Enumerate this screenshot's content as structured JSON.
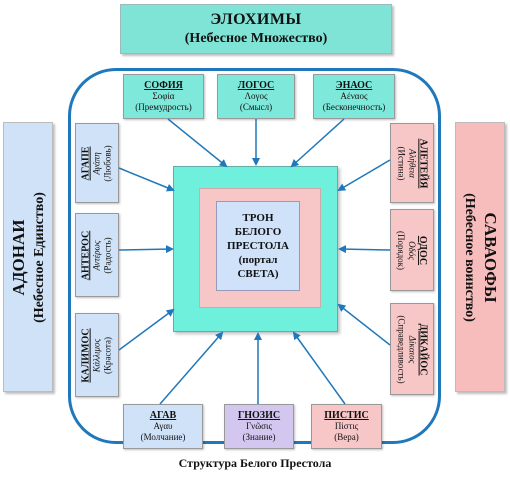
{
  "top": {
    "title": "ЭЛОХИМЫ",
    "subtitle": "(Небесное Множество)"
  },
  "left": {
    "title": "АДОНАИ",
    "subtitle": "(Небесное Единство)"
  },
  "right": {
    "title": "САВАОФЫ",
    "subtitle": "(Небесное воинство)"
  },
  "center": {
    "lines": [
      "ТРОН",
      "БЕЛОГО",
      "ПРЕСТОЛА",
      "(портал",
      "СВЕТА)"
    ]
  },
  "boxes": {
    "sofia": {
      "name": "СОФИЯ",
      "greek": "Σοφία",
      "meaning": "(Премудрость)"
    },
    "logos": {
      "name": "ЛОГОС",
      "greek": "Λογος",
      "meaning": "(Смысл)"
    },
    "enaos": {
      "name": "ЭНАОС",
      "greek": "Aέναος",
      "meaning": "(Бесконечность)"
    },
    "agape": {
      "name": "АГАПЕ",
      "greek": "Αγάπη",
      "meaning": "(Любовь)"
    },
    "anteros": {
      "name": "АНТЕРОС",
      "greek": "Αντέρως",
      "meaning": "(Радость)"
    },
    "kalimos": {
      "name": "КАЛИМОС",
      "greek": "Κάλλιμος",
      "meaning": "(Красота)"
    },
    "aleteya": {
      "name": "АЛЕТЕЙЯ",
      "greek": "Αλήθεια",
      "meaning": "(Истина)"
    },
    "odos": {
      "name": "ОДОС",
      "greek": "Οδός",
      "meaning": "(Порядок)"
    },
    "dikayos": {
      "name": "ДИКАЙОС",
      "greek": "Δίκαιος",
      "meaning": "(Справедливость)"
    },
    "agav": {
      "name": "АГАВ",
      "greek": "Αγαυ",
      "meaning": "(Молчание)"
    },
    "gnosis": {
      "name": "ГНОЗИС",
      "greek": "Γνῶσις",
      "meaning": "(Знание)"
    },
    "pistis": {
      "name": "ПИСТИС",
      "greek": "Πίστις",
      "meaning": "(Вера)"
    }
  },
  "caption": "Структура Белого Престола",
  "colors": {
    "frame": "#1e78bb",
    "arrow": "#1e78bb",
    "teal": "#7ee9da",
    "blue": "#cfe2f7",
    "pink": "#f7c6c6",
    "lilac": "#d3c7f0"
  }
}
